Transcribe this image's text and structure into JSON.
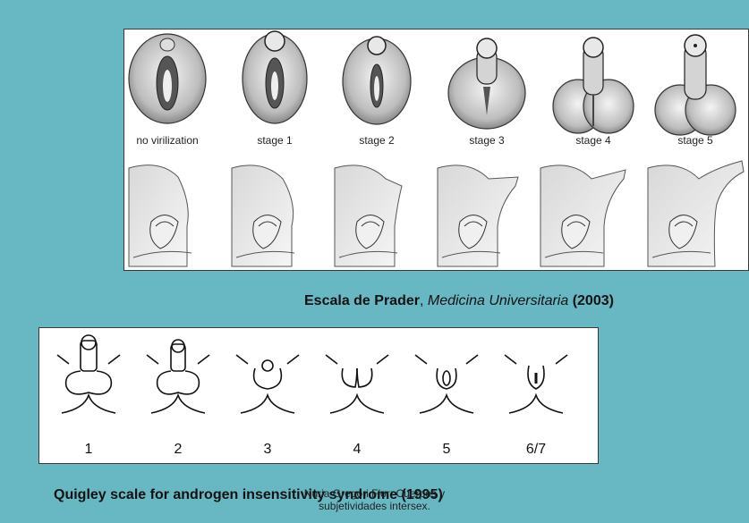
{
  "prader": {
    "stages": [
      "no virilization",
      "stage 1",
      "stage 2",
      "stage 3",
      "stage 4",
      "stage 5"
    ],
    "caption": {
      "name": "Escala de Prader",
      "sep": ", ",
      "journal": "Medicina Universitaria",
      "year": " (2003)"
    }
  },
  "quigley": {
    "grades": [
      "1",
      "2",
      "3",
      "4",
      "5",
      "6/7"
    ],
    "caption": "Quigley scale for androgen insensitivity syndrome (1995)"
  },
  "footer": {
    "line1": "Nuria Gregori Flor: Cuerpos y",
    "line2": "subjetividades intersex."
  },
  "colors": {
    "background": "#67b8c2",
    "panel": "#ffffff"
  }
}
